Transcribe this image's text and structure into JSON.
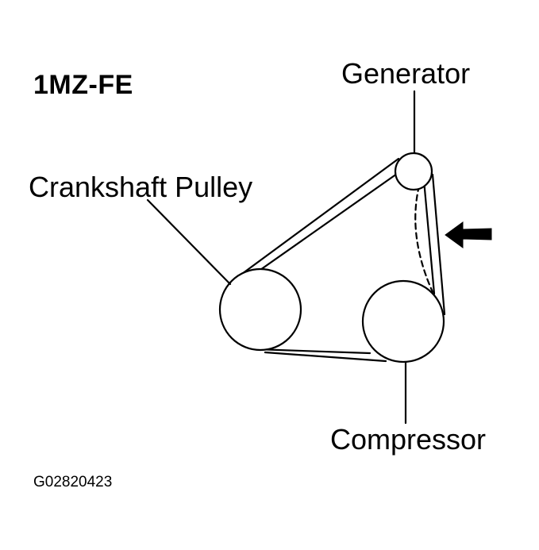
{
  "diagram": {
    "engine_code": "1MZ-FE",
    "labels": {
      "generator": "Generator",
      "crankshaft_pulley": "Crankshaft Pulley",
      "compressor": "Compressor"
    },
    "figure_id": "G02820423"
  },
  "colors": {
    "line": "#000000",
    "background": "#ffffff"
  },
  "icons": {
    "direction_arrow": "arrow-left-icon"
  }
}
